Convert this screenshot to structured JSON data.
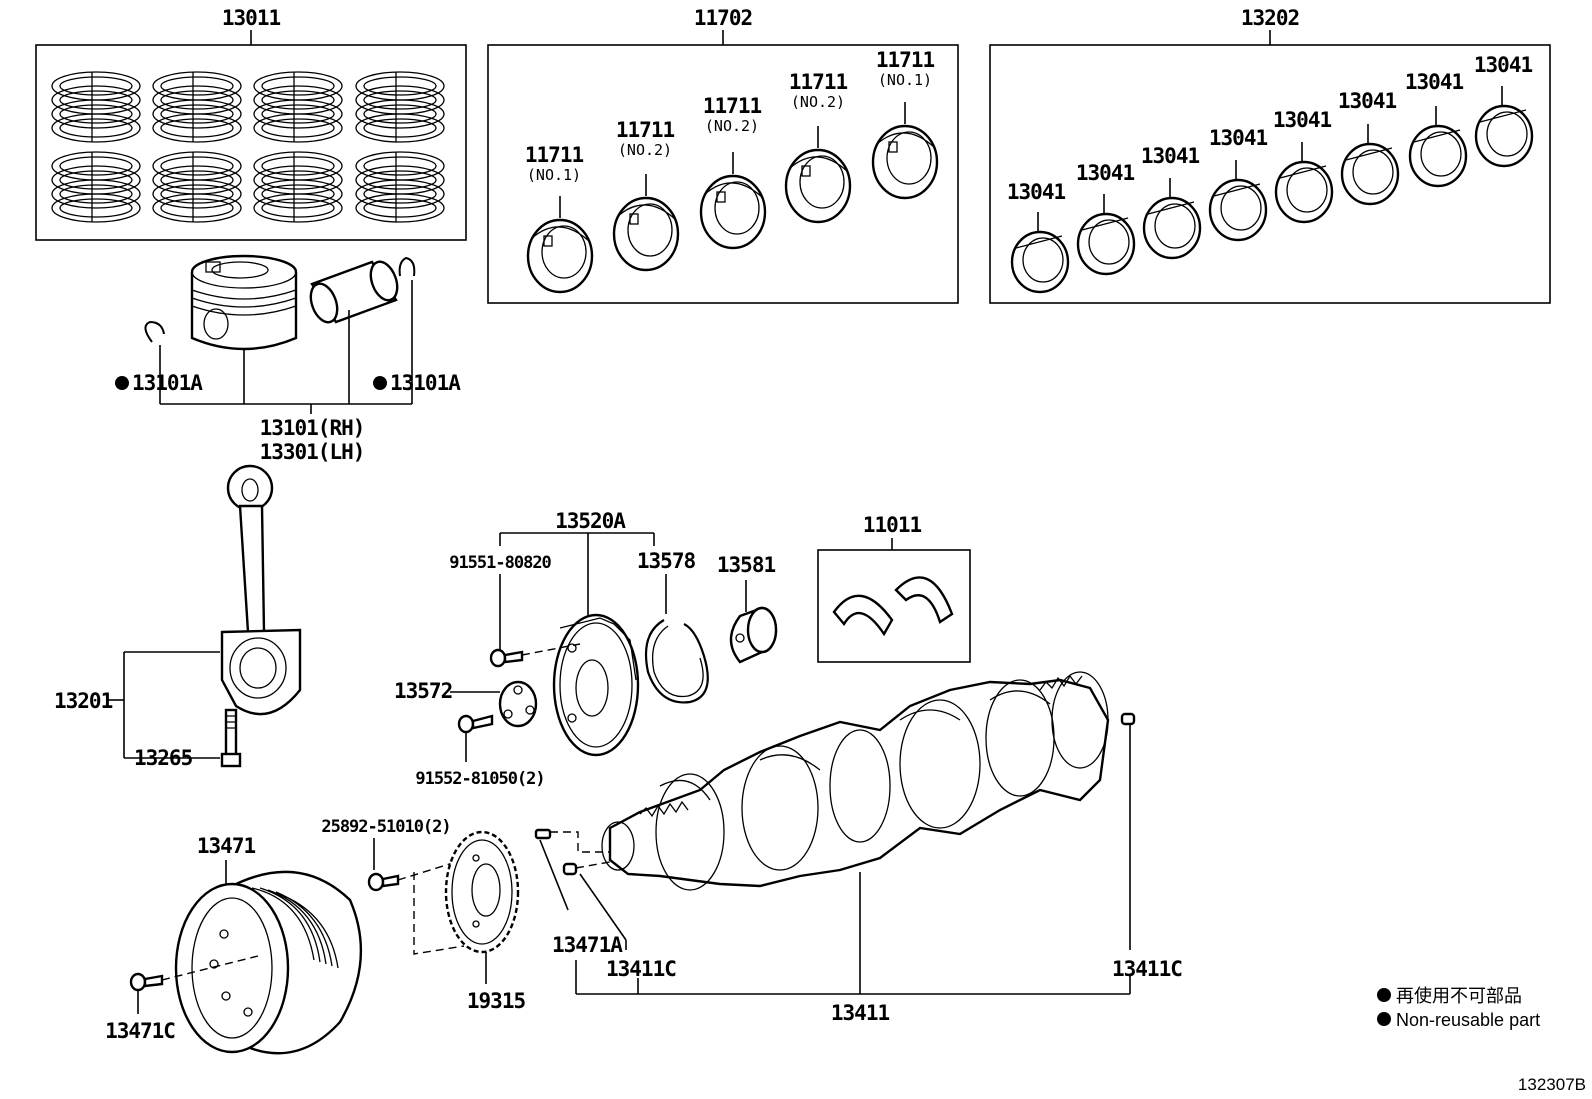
{
  "labels": {
    "rings_set": "13011",
    "main_bearing_set": "11702",
    "rod_bearing_set": "13202",
    "main_bearing_no1": "11711",
    "no1": "(NO.1)",
    "no2": "(NO.2)",
    "rod_bearing": "13041",
    "snap_ring": "13101A",
    "piston_rh": "13101(RH)",
    "piston_lh": "13301(LH)",
    "con_rod": "13201",
    "rod_bolt": "13265",
    "gear_assy": "13520A",
    "gear_bolt": "91551-80820",
    "gear_ring": "13578",
    "bushing": "13581",
    "thrust_washer": "11011",
    "plate": "13572",
    "plate_bolt": "91552-81050(2)",
    "pulley": "13471",
    "pulley_bolt_kit": "25892-51010(2)",
    "timing_rotor": "19315",
    "pulley_bolt": "13471C",
    "pulley_key": "13471A",
    "pin": "13411C",
    "crankshaft": "13411",
    "figure_code": "132307B"
  },
  "legend": {
    "jp": "再使用不可部品",
    "en": "Non-reusable part"
  },
  "colors": {
    "line": "#000000",
    "background": "#ffffff"
  }
}
